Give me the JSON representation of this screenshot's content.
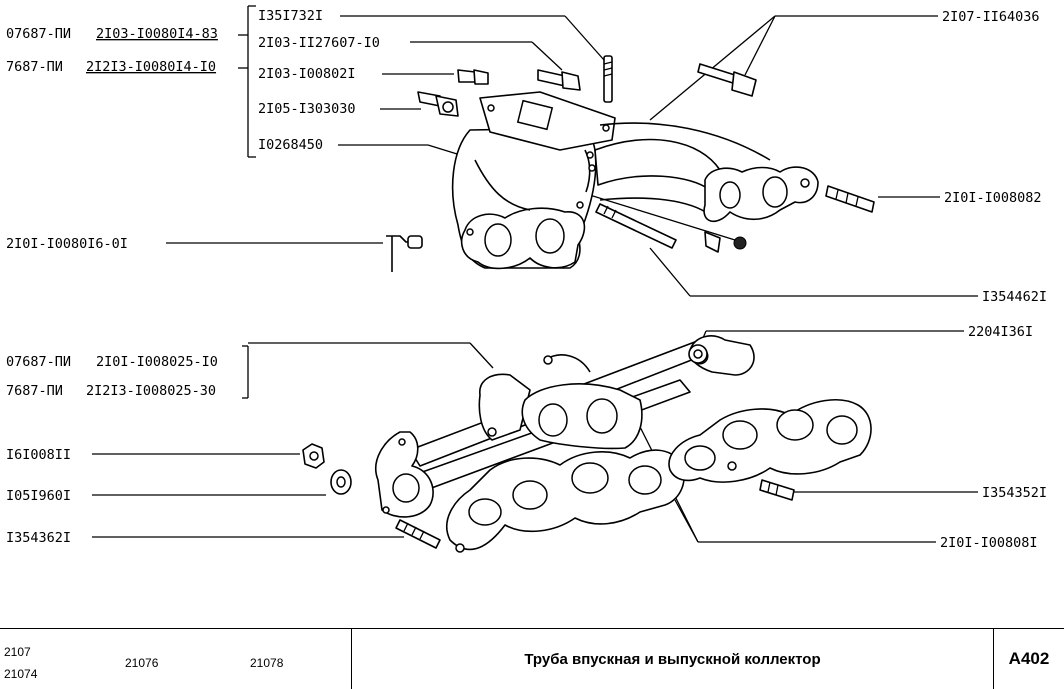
{
  "parts": {
    "p_13517321": "I35I732I",
    "p_2103_1127607_10": "2I03-II27607-I0",
    "p_2103_1008021": "2I03-I00802I",
    "p_2105_1303030": "2I05-I303030",
    "p_10268450": "I0268450",
    "p_07687_top": "07687-ПИ",
    "p_2103_1008014_83": "2I03-I0080I4-83",
    "p_7687_top": "7687-ПИ",
    "p_21213_1008014_10": "2I2I3-I0080I4-I0",
    "p_2107_1164036": "2I07-II64036",
    "p_2101_1008082": "2I0I-I008082",
    "p_2101_1008016_01": "2I0I-I0080I6-0I",
    "p_13544621": "I354462I",
    "p_2204136": "2204I36I",
    "p_07687_bot": "07687-ПИ",
    "p_2101_1008025_10": "2I0I-I008025-I0",
    "p_7687_bot": "7687-ПИ",
    "p_21213_1008025_30": "2I2I3-I008025-30",
    "p_16100811": "I6I008II",
    "p_10519601": "I05I960I",
    "p_13543621": "I354362I",
    "p_13543521": "I354352I",
    "p_2101_1008081": "2I0I-I00808I"
  },
  "titleblock": {
    "model_2107": "2107",
    "model_21074": "21074",
    "model_21076": "21076",
    "model_21078": "21078",
    "title": "Труба впускная и выпускной коллектор",
    "code": "A402"
  }
}
